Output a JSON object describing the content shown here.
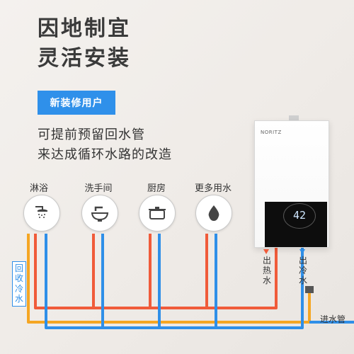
{
  "headline": {
    "line1": "因地制宜",
    "line2": "灵活安装"
  },
  "badge": "新装修用户",
  "description": {
    "line1": "可提前预留回水管",
    "line2": "来达成循环水路的改造"
  },
  "fixtures": [
    {
      "label": "淋浴",
      "icon": "shower-icon"
    },
    {
      "label": "洗手间",
      "icon": "faucet-icon"
    },
    {
      "label": "厨房",
      "icon": "pot-icon"
    },
    {
      "label": "更多用水",
      "icon": "water-drop-icon"
    }
  ],
  "heater": {
    "brand": "NORITZ",
    "display": "42"
  },
  "pipes": {
    "hot_out": "出热水",
    "cold_out": "出冷水",
    "inlet": "进水管",
    "return": "回收冷水"
  },
  "colors": {
    "hot": "#f05b3a",
    "cold": "#2f8fe8",
    "return": "#f5a623",
    "accent": "#2f90ea"
  }
}
